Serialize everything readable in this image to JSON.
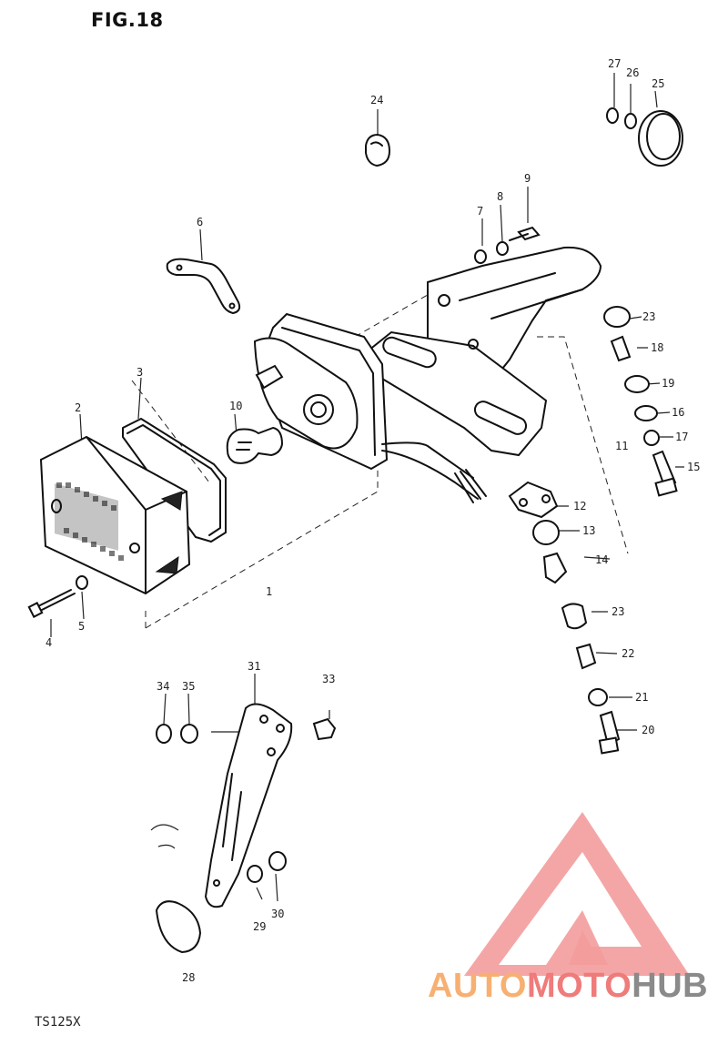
{
  "title": "FIG.18",
  "model": "TS125X",
  "watermark": {
    "parts": [
      "AUTO",
      "MOTO",
      "HUB"
    ],
    "colors": {
      "auto": "#f7b072",
      "moto": "#ef7b7b",
      "hub": "#8a8a8a",
      "logo": "#f39c9c"
    }
  },
  "callouts": [
    {
      "id": "27",
      "label": "27"
    },
    {
      "id": "26",
      "label": "26"
    },
    {
      "id": "25",
      "label": "25"
    },
    {
      "id": "24",
      "label": "24"
    },
    {
      "id": "9",
      "label": "9"
    },
    {
      "id": "8",
      "label": "8"
    },
    {
      "id": "7",
      "label": "7"
    },
    {
      "id": "6",
      "label": "6"
    },
    {
      "id": "23a",
      "label": "23"
    },
    {
      "id": "18",
      "label": "18"
    },
    {
      "id": "3",
      "label": "3"
    },
    {
      "id": "19",
      "label": "19"
    },
    {
      "id": "2",
      "label": "2"
    },
    {
      "id": "10",
      "label": "10"
    },
    {
      "id": "16",
      "label": "16"
    },
    {
      "id": "17",
      "label": "17"
    },
    {
      "id": "11",
      "label": "11"
    },
    {
      "id": "15",
      "label": "15"
    },
    {
      "id": "12",
      "label": "12"
    },
    {
      "id": "13",
      "label": "13"
    },
    {
      "id": "14",
      "label": "14"
    },
    {
      "id": "1",
      "label": "1"
    },
    {
      "id": "23b",
      "label": "23"
    },
    {
      "id": "4",
      "label": "4"
    },
    {
      "id": "5",
      "label": "5"
    },
    {
      "id": "22",
      "label": "22"
    },
    {
      "id": "31",
      "label": "31"
    },
    {
      "id": "34",
      "label": "34"
    },
    {
      "id": "35",
      "label": "35"
    },
    {
      "id": "33",
      "label": "33"
    },
    {
      "id": "21",
      "label": "21"
    },
    {
      "id": "20",
      "label": "20"
    },
    {
      "id": "29",
      "label": "29"
    },
    {
      "id": "30",
      "label": "30"
    },
    {
      "id": "28",
      "label": "28"
    }
  ]
}
